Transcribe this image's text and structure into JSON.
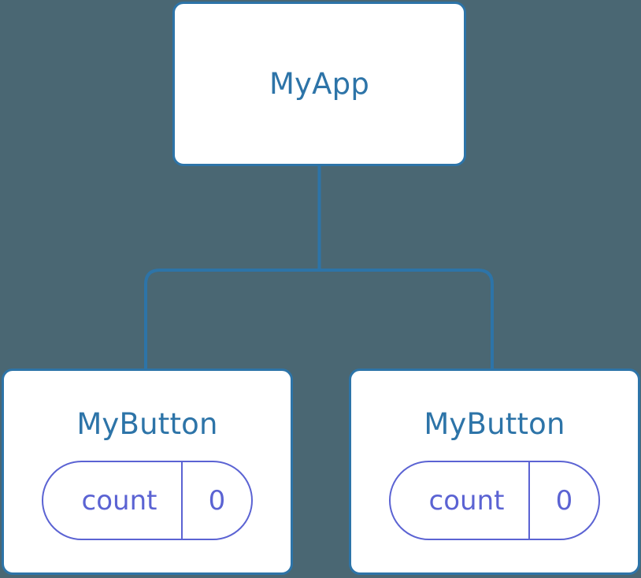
{
  "diagram": {
    "kind": "component-tree",
    "background_color": "#4a6773",
    "node_border_color": "#2d74a8",
    "node_text_color": "#2d74a8",
    "state_accent_color": "#5b63d3",
    "edge_color": "#2d74a8"
  },
  "root": {
    "label": "MyApp"
  },
  "children": [
    {
      "label": "MyButton",
      "state": {
        "name": "count",
        "value": "0"
      }
    },
    {
      "label": "MyButton",
      "state": {
        "name": "count",
        "value": "0"
      }
    }
  ]
}
